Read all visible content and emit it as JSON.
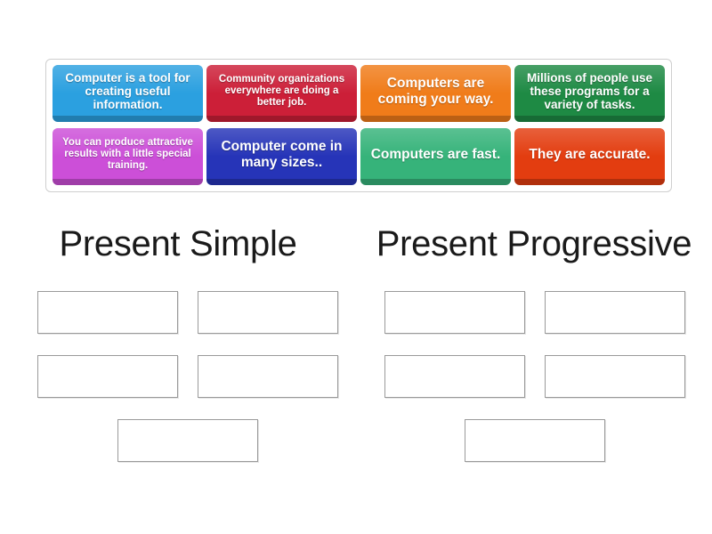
{
  "activity": {
    "type": "group-sort",
    "tray_tiles": [
      {
        "text": "Computer is a tool for creating useful information.",
        "color": "#2ba0e0",
        "text_size": "fs-md"
      },
      {
        "text": "Community organizations everywhere are doing a better job.",
        "color": "#cc1f38",
        "text_size": "fs-sm"
      },
      {
        "text": "Computers are coming your way.",
        "color": "#f07c1a",
        "text_size": "fs-lg"
      },
      {
        "text": "Millions of people use these programs for a variety of tasks.",
        "color": "#1e8a44",
        "text_size": "fs-md"
      },
      {
        "text": "You can produce attractive results with a little special training.",
        "color": "#cc4fd8",
        "text_size": "fs-sm"
      },
      {
        "text": "Computer come in many sizes..",
        "color": "#2634b8",
        "text_size": "fs-lg"
      },
      {
        "text": "Computers are fast.",
        "color": "#36b37a",
        "text_size": "fs-lg"
      },
      {
        "text": "They are accurate.",
        "color": "#e33d10",
        "text_size": "fs-lg"
      }
    ],
    "categories": [
      {
        "title": "Present Simple",
        "slots": [
          "",
          "",
          "",
          "",
          ""
        ]
      },
      {
        "title": "Present Progressive",
        "slots": [
          "",
          "",
          "",
          "",
          ""
        ]
      }
    ],
    "colors": {
      "page_background": "#ffffff",
      "tray_border": "#cfcfcf",
      "dropzone_border": "#9a9a9a",
      "heading_text": "#1a1a1a",
      "tile_text": "#ffffff"
    }
  }
}
